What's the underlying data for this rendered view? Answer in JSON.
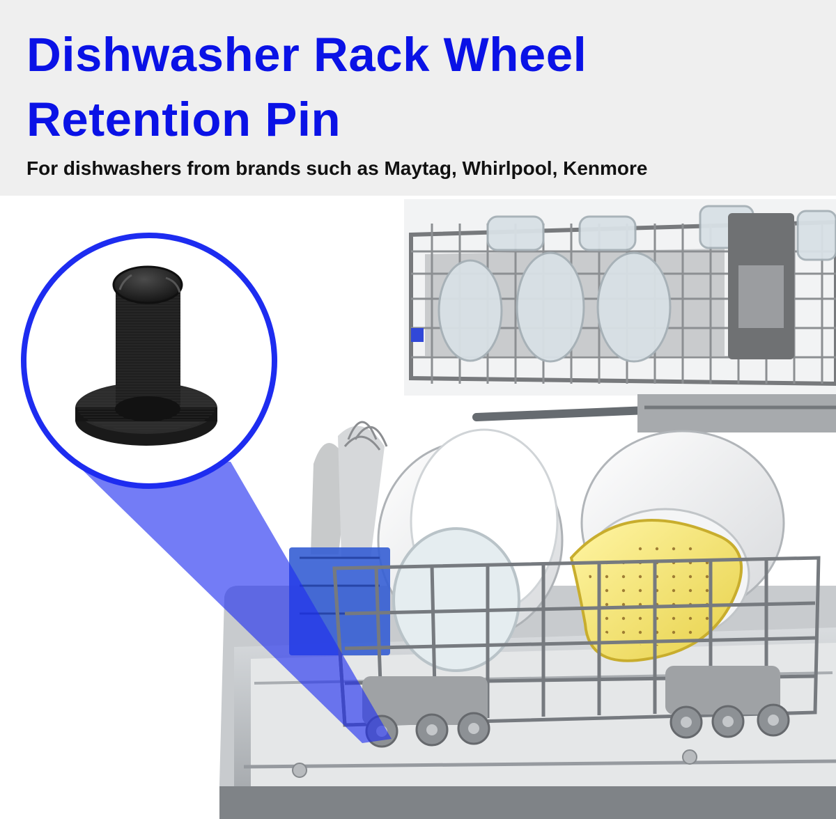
{
  "header": {
    "title_line1": "Dishwasher Rack Wheel",
    "title_line2": "Retention Pin",
    "subtitle": "For dishwashers from brands such as Maytag, Whirlpool, Kenmore"
  },
  "colors": {
    "title": "#0a12e6",
    "header_background": "#efefef",
    "callout_blue": "#1d2cf0",
    "pin": "#1b1b1b",
    "rack_metal": "#8b8e91",
    "colander": "#f4e36a"
  },
  "image": {
    "subject": "dishwasher-with-lower-rack-and-magnified-retention-pin"
  }
}
